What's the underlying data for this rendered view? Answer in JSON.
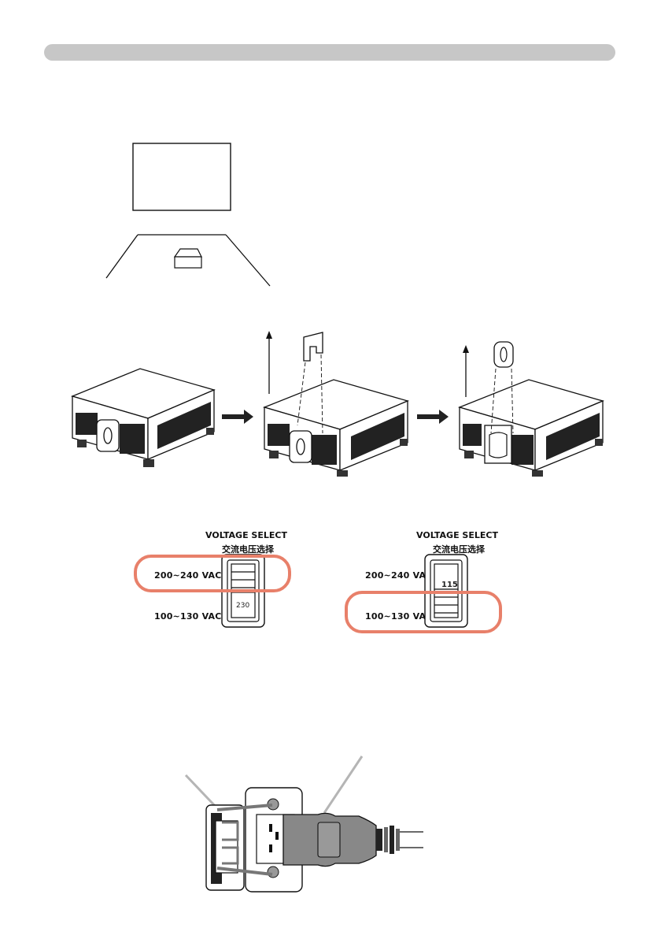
{
  "voltage_panels": [
    {
      "title": "VOLTAGE SELECT",
      "subtitle": "交流电压选择",
      "high_label": "200~240 VAC",
      "low_label": "100~130 VAC",
      "switch_value": "230",
      "highlighted": "high"
    },
    {
      "title": "VOLTAGE SELECT",
      "subtitle": "交流电压选择",
      "high_label": "200~240 VAC",
      "low_label": "100~130 VAC",
      "switch_value": "115",
      "highlighted": "low"
    }
  ],
  "colors": {
    "header_bar": "#c7c7c7",
    "highlight": "#e8806a",
    "line": "#111111"
  },
  "footer": "                                   "
}
